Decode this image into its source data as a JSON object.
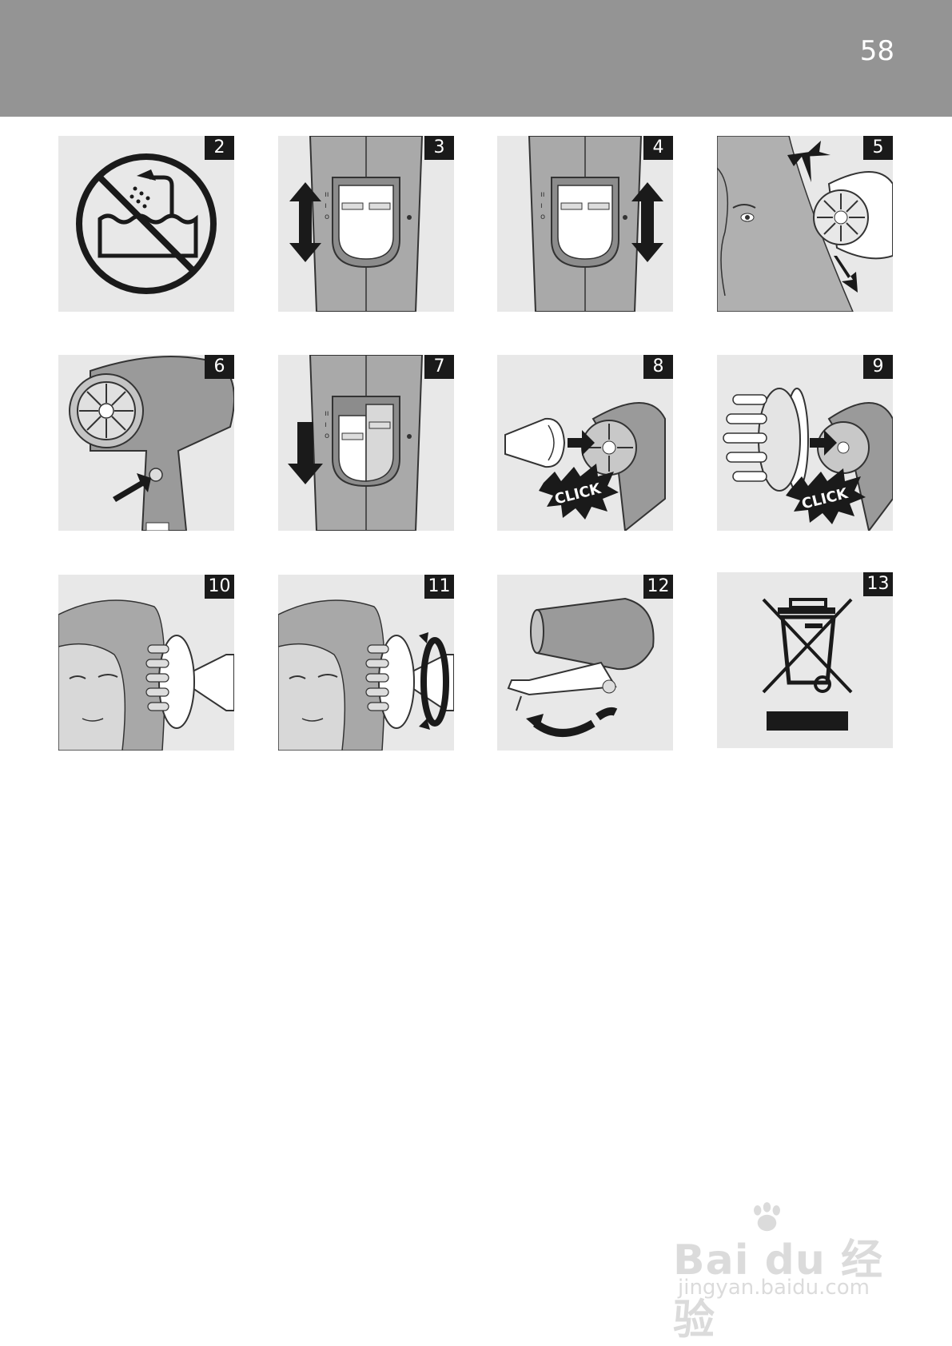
{
  "page": {
    "number": "58"
  },
  "figures": [
    {
      "id": "2",
      "label": "2"
    },
    {
      "id": "3",
      "label": "3"
    },
    {
      "id": "4",
      "label": "4"
    },
    {
      "id": "5",
      "label": "5"
    },
    {
      "id": "6",
      "label": "6"
    },
    {
      "id": "7",
      "label": "7"
    },
    {
      "id": "8",
      "label": "8",
      "caption": "CLICK"
    },
    {
      "id": "9",
      "label": "9",
      "caption": "CLICK"
    },
    {
      "id": "10",
      "label": "10"
    },
    {
      "id": "11",
      "label": "11"
    },
    {
      "id": "12",
      "label": "12"
    },
    {
      "id": "13",
      "label": "13"
    }
  ],
  "watermark": {
    "brand": "Bai du 经验",
    "url": "jingyan.baidu.com"
  },
  "colors": {
    "header": "#949494",
    "panel_bg": "#e8e8e8",
    "label_bg": "#1a1a1a"
  }
}
